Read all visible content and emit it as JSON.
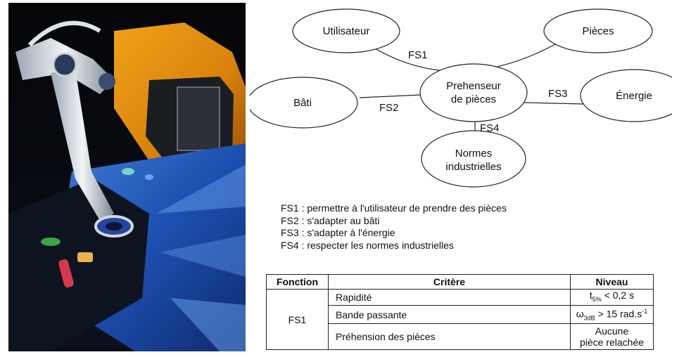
{
  "photo": {
    "alt_subject": "robot-arm-gripper"
  },
  "diagram": {
    "center": [
      "Prehenseur",
      "de pièces"
    ],
    "nodes": {
      "utilisateur": "Utilisateur",
      "pieces": "Pièces",
      "bati": "Bâti",
      "energie": "Énergie",
      "normes": [
        "Normes",
        "industrielles"
      ]
    },
    "links": {
      "fs1": "FS1",
      "fs2": "FS2",
      "fs3": "FS3",
      "fs4": "FS4"
    }
  },
  "functions": [
    "FS1 : permettre à l'utilisateur de prendre des pièces",
    "FS2 : s'adapter au bâti",
    "FS3 : s'adapter à l'énergie",
    "FS4 : respecter les normes industrielles"
  ],
  "table": {
    "headers": [
      "Fonction",
      "Critère",
      "Niveau"
    ],
    "function": "FS1",
    "rows": [
      {
        "critere": "Rapidité",
        "niveau_sym": "t",
        "niveau_sub": "5%",
        "niveau_rest": " < 0,2 s"
      },
      {
        "critere": "Bande passante",
        "niveau_sym": "ω",
        "niveau_sub": "3dB",
        "niveau_rest": " > 15 rad.s",
        "niveau_sup": "-1"
      },
      {
        "critere": "Préhension des pièces",
        "niveau_line1": "Aucune",
        "niveau_line2": "pièce relachée"
      }
    ]
  }
}
